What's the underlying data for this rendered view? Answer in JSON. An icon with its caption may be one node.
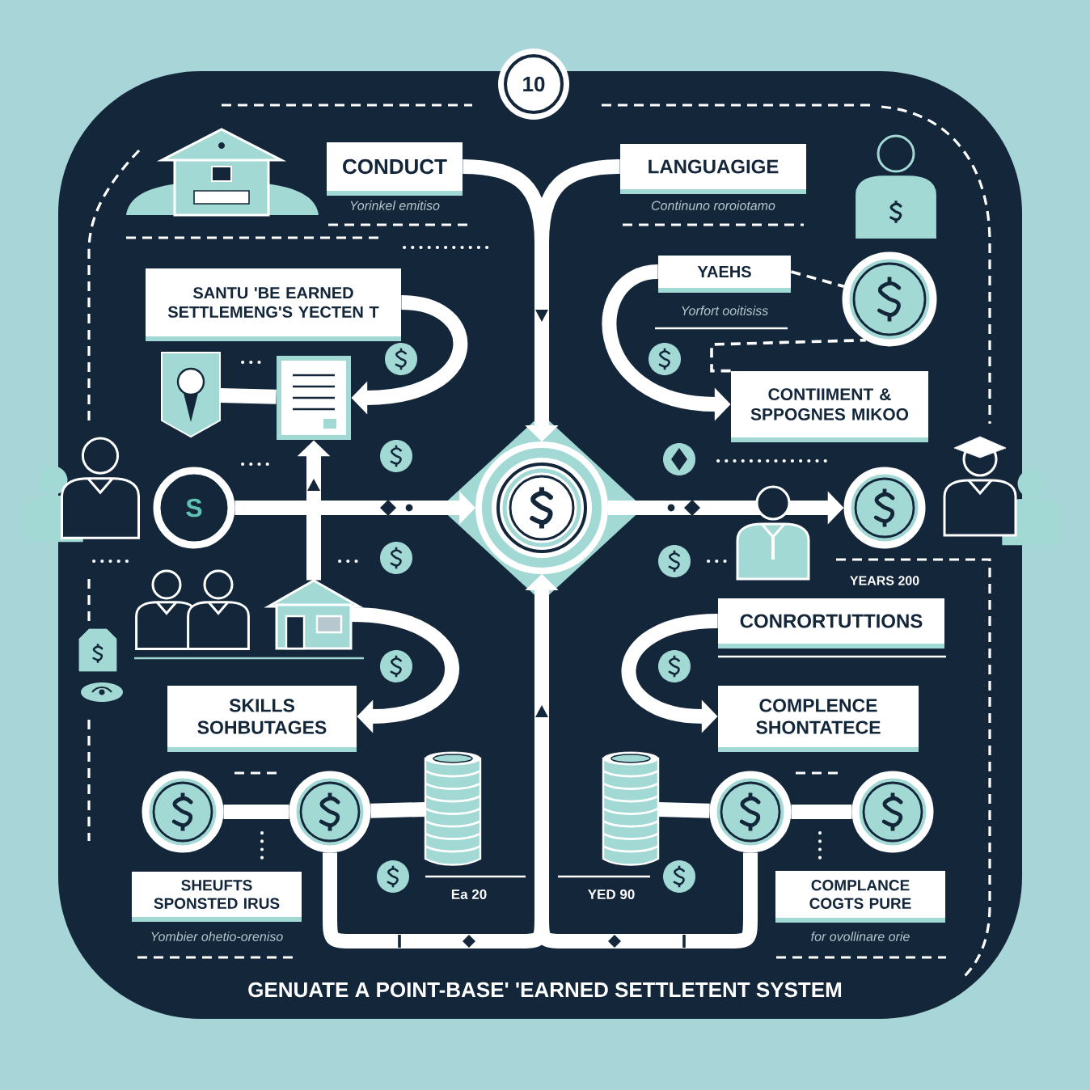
{
  "diagram": {
    "caption": "GENUATE A POINT-BASE' 'EARNED SETTLETENT SYSTEM",
    "nodes": [
      {
        "text": [
          "10"
        ]
      },
      {
        "text": [
          "CONDUCT"
        ],
        "beside": [
          "Yorinkel emitiso"
        ]
      },
      {
        "text": [
          "LANGUAGIGE"
        ],
        "beside": [
          "Continuno roroiotamo"
        ]
      },
      {
        "text": [
          "SANTU 'BE EARNED SETTLEMENG'S YECTEN T"
        ]
      },
      {
        "text": [
          "YAEHS"
        ],
        "beside": [
          "Yorfort ooitisiss"
        ]
      },
      {
        "text": [],
        "shape": "circle"
      },
      {
        "text": [],
        "shape": "picture"
      },
      {
        "text": [],
        "shape": "picture"
      },
      {
        "text": [
          "CONTIIMENT & SPPOGNES MIKOO"
        ]
      },
      {
        "text": [
          "S"
        ]
      },
      {
        "text": [],
        "shape": "circle"
      },
      {
        "text": [],
        "shape": "circle"
      },
      {
        "text": [],
        "shape": "picture"
      },
      {
        "text": [
          "CONRORTUTTIONS"
        ]
      },
      {
        "text": [
          "SKILLS SOHBUTAGES"
        ]
      },
      {
        "text": [
          "COMPLENCE SHONTATECE"
        ]
      },
      {
        "text": [],
        "shape": "cylinder"
      },
      {
        "text": [],
        "shape": "cylinder"
      },
      {
        "text": [],
        "shape": "circle"
      },
      {
        "text": [],
        "shape": "circle"
      },
      {
        "text": [],
        "shape": "circle"
      },
      {
        "text": [],
        "shape": "circle"
      },
      {
        "text": [
          "SHEUFTS SPONSTED IRUS"
        ],
        "beside": [
          "Yombier ohetio-oreniso"
        ]
      },
      {
        "text": [
          "COMPLANCE COGTS PURE"
        ],
        "beside": [
          "for ovollinare orie"
        ]
      }
    ],
    "edges": [
      {
        "from": 1,
        "to": 10,
        "arrow": "to"
      },
      {
        "from": 2,
        "to": 10,
        "arrow": "to"
      },
      {
        "from": 3,
        "to": 7,
        "arrow": "to"
      },
      {
        "from": 6,
        "to": 7,
        "arrow": "none"
      },
      {
        "from": 12,
        "to": 7,
        "arrow": "to"
      },
      {
        "from": 4,
        "to": 8,
        "arrow": "to"
      },
      {
        "from": 4,
        "to": 5,
        "arrow": "none",
        "style": "dashed"
      },
      {
        "from": 8,
        "to": 5,
        "arrow": "none",
        "style": "dashed"
      },
      {
        "from": 9,
        "to": 10,
        "arrow": "to"
      },
      {
        "from": 10,
        "to": 11,
        "arrow": "to"
      },
      {
        "from": 12,
        "to": 14,
        "arrow": "to"
      },
      {
        "from": 13,
        "to": 15,
        "arrow": "to"
      },
      {
        "from": 18,
        "to": 19,
        "arrow": "none"
      },
      {
        "from": 19,
        "to": 16,
        "arrow": "none"
      },
      {
        "from": 17,
        "to": 20,
        "arrow": "none"
      },
      {
        "from": 20,
        "to": 21,
        "arrow": "none"
      },
      {
        "from": 19,
        "to": 10,
        "arrow": "to"
      },
      {
        "from": 20,
        "to": 10,
        "arrow": "to"
      }
    ],
    "labels": [
      "YEARS 200",
      "Ea 20",
      "YED 90"
    ]
  }
}
